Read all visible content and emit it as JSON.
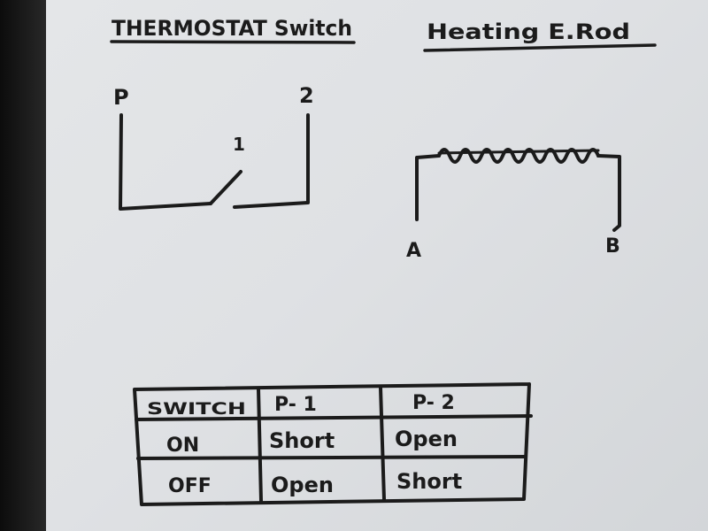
{
  "thermostat": {
    "title": "THERMOSTAT Switch",
    "terminal_p": "P",
    "terminal_1": "1",
    "terminal_2": "2"
  },
  "heater": {
    "title": "Heating E.Rod",
    "terminal_a": "A",
    "terminal_b": "B"
  },
  "table": {
    "headers": [
      "SWITCH",
      "P- 1",
      "P- 2"
    ],
    "rows": [
      [
        "ON",
        "Short",
        "Open"
      ],
      [
        "OFF",
        "Open",
        "Short"
      ]
    ]
  },
  "colors": {
    "paper": "#e2e4e6",
    "ink": "#1b1b1b",
    "background": "#141414"
  }
}
